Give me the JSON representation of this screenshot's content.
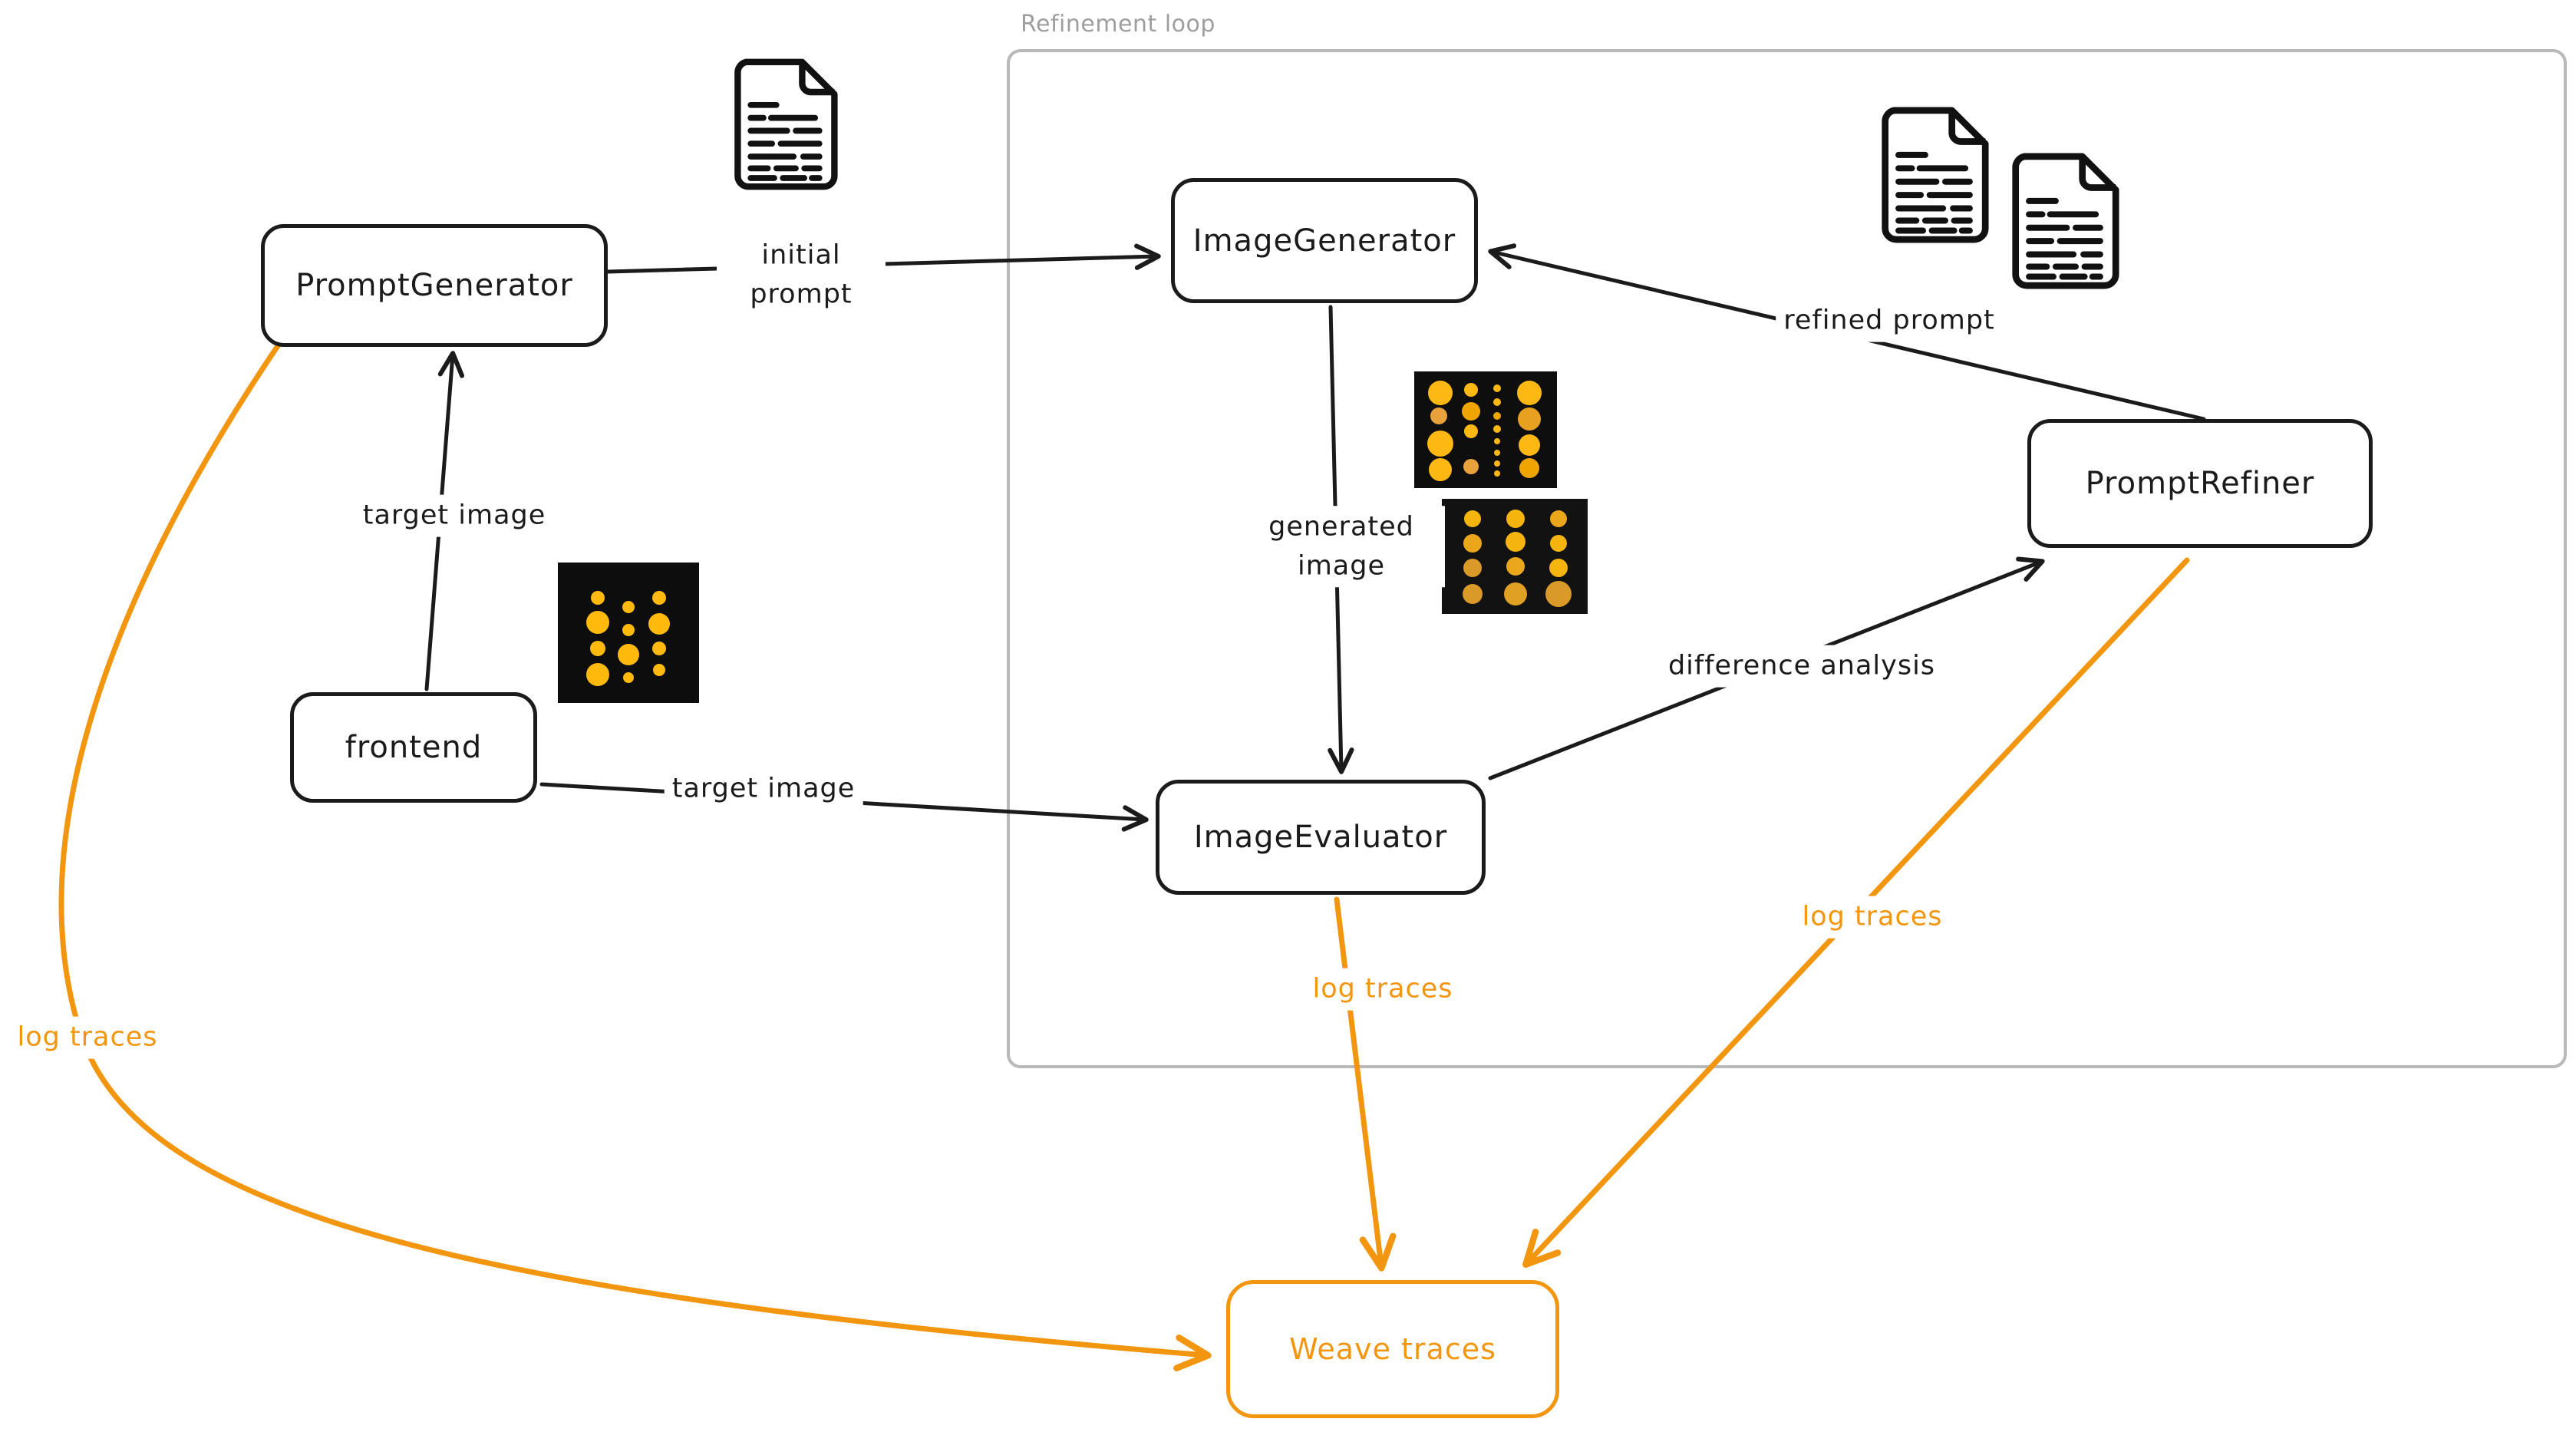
{
  "refinement_loop": {
    "label": "Refinement loop"
  },
  "nodes": {
    "prompt_generator": {
      "label": "PromptGenerator"
    },
    "image_generator": {
      "label": "ImageGenerator"
    },
    "prompt_refiner": {
      "label": "PromptRefiner"
    },
    "image_evaluator": {
      "label": "ImageEvaluator"
    },
    "frontend": {
      "label": "frontend"
    },
    "weave_traces": {
      "label": "Weave traces"
    }
  },
  "edge_labels": {
    "initial_prompt": "initial prompt",
    "target_image_upper": "target image",
    "target_image_lower": "target image",
    "generated_image": "generated image",
    "difference_analysis": "difference analysis",
    "refined_prompt": "refined prompt",
    "log_traces_left": "log traces",
    "log_traces_middle": "log traces",
    "log_traces_right": "log traces"
  },
  "icons": {
    "initial_prompt_document": "document-icon",
    "refined_prompt_document_1": "document-icon",
    "refined_prompt_document_2": "document-icon",
    "target_image_thumbnail": "dot-pattern-photo",
    "generated_image_thumbnail_1": "dot-pattern-photo",
    "generated_image_thumbnail_2": "dot-pattern-photo"
  },
  "colors": {
    "accent_orange": "#f3960f",
    "diagram_black": "#1b1b1b",
    "container_border": "#b9b9b9",
    "container_label_gray": "#9e9e9e",
    "dot_yellow": "#ffba0d",
    "thumbnail_background": "#0d0d0d"
  }
}
